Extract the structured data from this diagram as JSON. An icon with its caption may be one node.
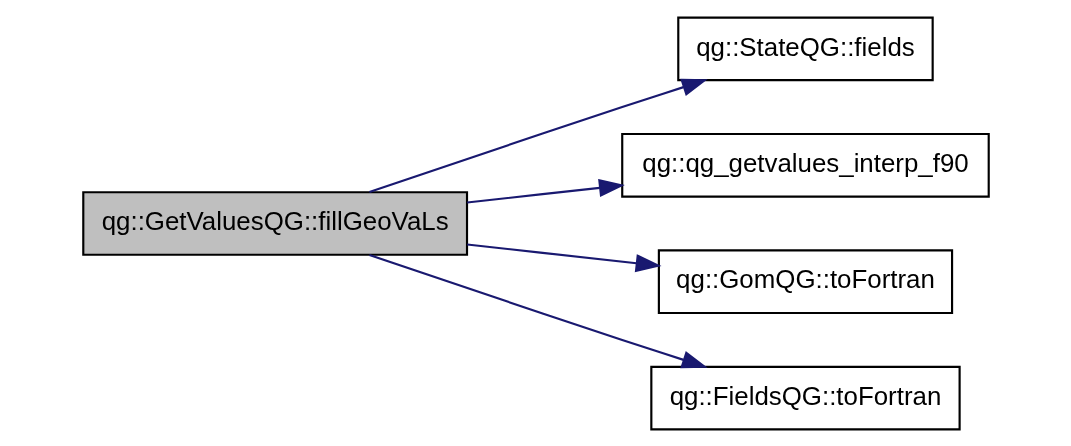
{
  "diagram": {
    "nodes": [
      {
        "text": [
          "qg::GetValuesQG::fillGeoVaLs"
        ]
      },
      {
        "text": [
          "qg::StateQG::fields"
        ]
      },
      {
        "text": [
          "qg::qg_getvalues_interp_f90"
        ]
      },
      {
        "text": [
          "qg::GomQG::toFortran"
        ]
      },
      {
        "text": [
          "qg::FieldsQG::toFortran"
        ]
      }
    ],
    "edges": [
      {
        "from": 0,
        "to": 1,
        "arrow": "to"
      },
      {
        "from": 0,
        "to": 2,
        "arrow": "to"
      },
      {
        "from": 0,
        "to": 3,
        "arrow": "to"
      },
      {
        "from": 0,
        "to": 4,
        "arrow": "to"
      }
    ]
  }
}
